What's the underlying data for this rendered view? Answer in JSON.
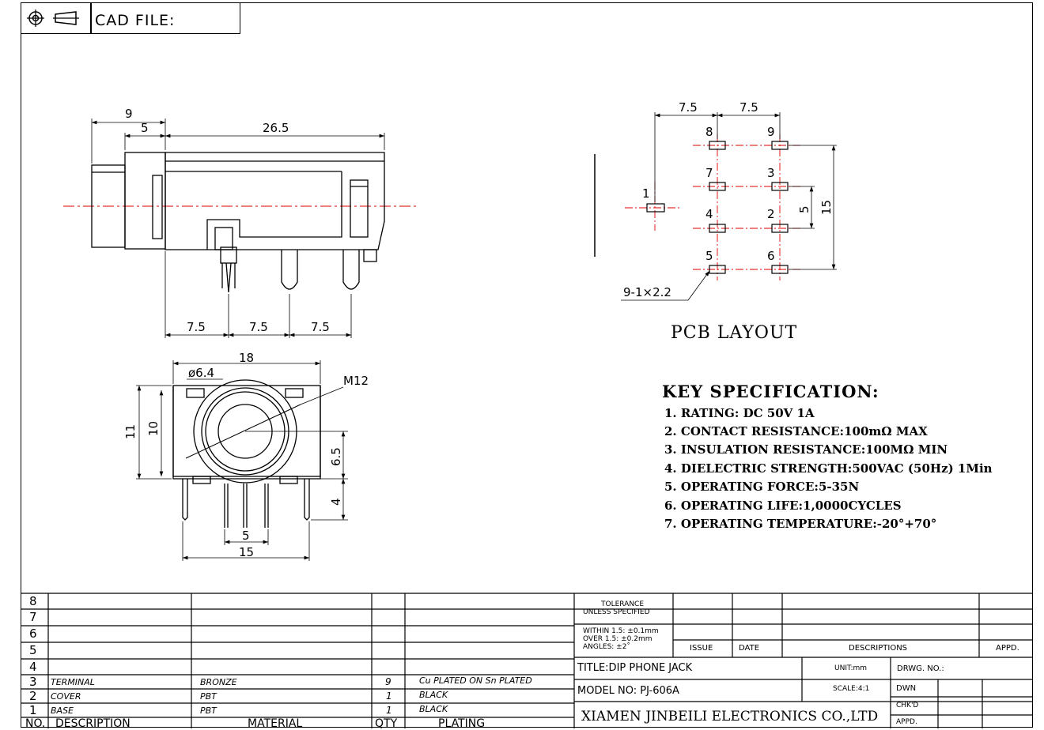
{
  "header": {
    "cad_label": "CAD FILE:",
    "projection_icon": "first-angle-projection-icon"
  },
  "side_view": {
    "dims": {
      "overall": "9",
      "front": "5",
      "body": "26.5",
      "pitch1": "7.5",
      "pitch2": "7.5",
      "pitch3": "7.5"
    }
  },
  "front_view": {
    "dims": {
      "width": "18",
      "bore": "ø6.4",
      "thread": "M12",
      "h_outer": "11",
      "h_inner": "10",
      "center": "6.5",
      "pin": "4",
      "pin_pitch": "5",
      "pin_span": "15"
    }
  },
  "pcb": {
    "title": "PCB LAYOUT",
    "pitch_a": "7.5",
    "pitch_b": "7.5",
    "v_small": "5",
    "v_large": "15",
    "hole_note": "9-1×2.2",
    "pads": [
      "1",
      "2",
      "3",
      "4",
      "5",
      "6",
      "7",
      "8",
      "9"
    ]
  },
  "spec": {
    "title": "KEY SPECIFICATION:",
    "items": [
      "1. RATING: DC 50V   1A",
      "2. CONTACT RESISTANCE:100mΩ MAX",
      "3. INSULATION RESISTANCE:100MΩ MIN",
      "4. DIELECTRIC STRENGTH:500VAC (50Hz) 1Min",
      "5. OPERATING FORCE:5-35N",
      "6. OPERATING LIFE:1,0000CYCLES",
      "7. OPERATING TEMPERATURE:-20°+70°"
    ]
  },
  "bom": {
    "headers": {
      "no": "NO.",
      "description": "DESCRIPTION",
      "material": "MATERIAL",
      "qty": "QTY",
      "plating": "PLATING"
    },
    "rows": [
      {
        "no": "8",
        "description": "",
        "material": "",
        "qty": "",
        "plating": ""
      },
      {
        "no": "7",
        "description": "",
        "material": "",
        "qty": "",
        "plating": ""
      },
      {
        "no": "6",
        "description": "",
        "material": "",
        "qty": "",
        "plating": ""
      },
      {
        "no": "5",
        "description": "",
        "material": "",
        "qty": "",
        "plating": ""
      },
      {
        "no": "4",
        "description": "",
        "material": "",
        "qty": "",
        "plating": ""
      },
      {
        "no": "3",
        "description": "TERMINAL",
        "material": "BRONZE",
        "qty": "9",
        "plating": "Cu PLATED ON Sn PLATED"
      },
      {
        "no": "2",
        "description": "COVER",
        "material": "PBT",
        "qty": "1",
        "plating": "BLACK"
      },
      {
        "no": "1",
        "description": "BASE",
        "material": "PBT",
        "qty": "1",
        "plating": "BLACK"
      }
    ]
  },
  "title_block": {
    "tolerance_1": "TOLERANCE",
    "tolerance_2": "UNLESS SPECIFIED",
    "within": "WITHIN 1.5: ±0.1mm",
    "over": "OVER 1.5:  ±0.2mm",
    "angles": "ANGLES: ±2˚",
    "issue": "ISSUE",
    "date": "DATE",
    "descriptions": "DESCRIPTIONS",
    "appd": "APPD.",
    "title": "TITLE:DIP PHONE JACK",
    "unit": "UNIT:mm",
    "drwg_no": "DRWG. NO.:",
    "model": "MODEL NO: PJ-606A",
    "scale": "SCALE:4:1",
    "dwn": "DWN",
    "chkd": "CHK'D",
    "appd2": "APPD.",
    "company": "XIAMEN JINBEILI ELECTRONICS CO.,LTD"
  }
}
